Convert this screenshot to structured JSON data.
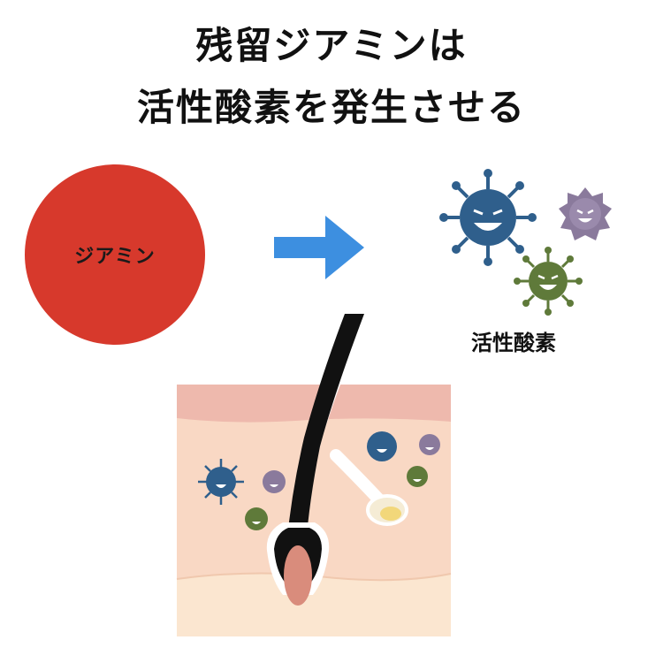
{
  "title": {
    "line1": "残留ジアミンは",
    "line2": "活性酸素を発生させる"
  },
  "diamine_circle": {
    "label": "ジアミン",
    "color": "#d7392c"
  },
  "arrow": {
    "color": "#3d8fe0"
  },
  "ros_label": "活性酸素",
  "icons": {
    "circle": "red-circle",
    "arrow": "right-arrow-icon",
    "microbes": "virus-icons",
    "skin": "hair-follicle-cross-section"
  },
  "colors": {
    "virus_blue": "#2f5f8c",
    "virus_purple": "#8a7a9c",
    "virus_green": "#5f7a3a",
    "skin_light": "#f9d8c4",
    "skin_top": "#eeb9ad",
    "hair": "#111111"
  }
}
